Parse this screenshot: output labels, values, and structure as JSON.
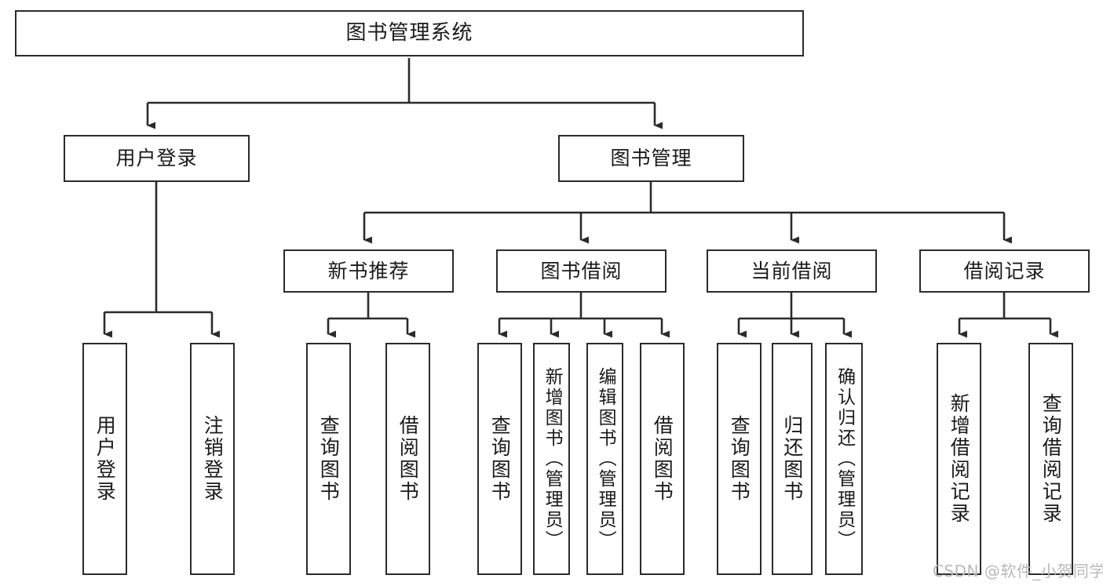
{
  "diagram": {
    "type": "tree",
    "title": "图书管理系统",
    "watermark": "CSDN @软件_小贺同学",
    "levels": 4,
    "colors": {
      "stroke": "#2b2b2b",
      "fill": "#ffffff",
      "text": "#1a1a1a",
      "watermark": "#b9b9b9",
      "background": "#ffffff"
    },
    "nodes": {
      "root": {
        "label": "图书管理系统"
      },
      "level2": [
        {
          "label": "用户登录"
        },
        {
          "label": "图书管理"
        }
      ],
      "level3": [
        {
          "label": "新书推荐"
        },
        {
          "label": "图书借阅"
        },
        {
          "label": "当前借阅"
        },
        {
          "label": "借阅记录"
        }
      ],
      "leaves": {
        "user_login": [
          {
            "label": "用户登录"
          },
          {
            "label": "注销登录"
          }
        ],
        "new_book_rec": [
          {
            "label": "查询图书"
          },
          {
            "label": "借阅图书"
          }
        ],
        "book_borrow": [
          {
            "label": "查询图书"
          },
          {
            "label": "新增图书（管理员）"
          },
          {
            "label": "编辑图书（管理员）"
          },
          {
            "label": "借阅图书"
          }
        ],
        "current_borrow": [
          {
            "label": "查询图书"
          },
          {
            "label": "归还图书"
          },
          {
            "label": "确认归还（管理员）"
          }
        ],
        "borrow_record": [
          {
            "label": "新增借阅记录"
          },
          {
            "label": "查询借阅记录"
          }
        ]
      }
    },
    "edges": [
      {
        "from": "图书管理系统",
        "to": "用户登录"
      },
      {
        "from": "图书管理系统",
        "to": "图书管理"
      },
      {
        "from": "用户登录",
        "to": "用户登录"
      },
      {
        "from": "用户登录",
        "to": "注销登录"
      },
      {
        "from": "图书管理",
        "to": "新书推荐"
      },
      {
        "from": "图书管理",
        "to": "图书借阅"
      },
      {
        "from": "图书管理",
        "to": "当前借阅"
      },
      {
        "from": "图书管理",
        "to": "借阅记录"
      },
      {
        "from": "新书推荐",
        "to": "查询图书"
      },
      {
        "from": "新书推荐",
        "to": "借阅图书"
      },
      {
        "from": "图书借阅",
        "to": "查询图书"
      },
      {
        "from": "图书借阅",
        "to": "新增图书（管理员）"
      },
      {
        "from": "图书借阅",
        "to": "编辑图书（管理员）"
      },
      {
        "from": "图书借阅",
        "to": "借阅图书"
      },
      {
        "from": "当前借阅",
        "to": "查询图书"
      },
      {
        "from": "当前借阅",
        "to": "归还图书"
      },
      {
        "from": "当前借阅",
        "to": "确认归还（管理员）"
      },
      {
        "from": "借阅记录",
        "to": "新增借阅记录"
      },
      {
        "from": "借阅记录",
        "to": "查询借阅记录"
      }
    ]
  }
}
